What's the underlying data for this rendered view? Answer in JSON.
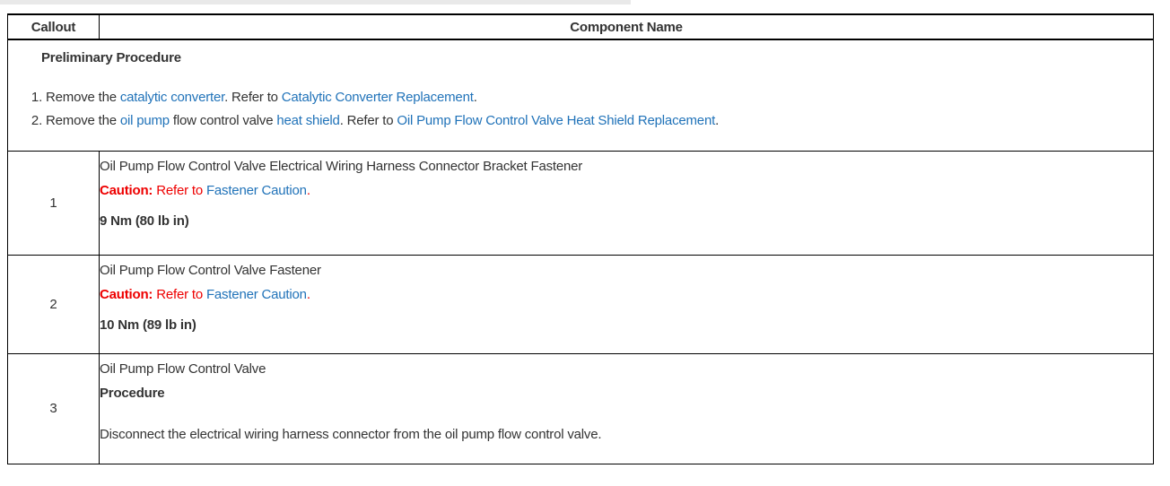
{
  "colors": {
    "link_blue": "#2173b9",
    "caution_red": "#ee0000",
    "text": "#333333",
    "border": "#000000",
    "top_strip_gray": "#e9e9e9"
  },
  "table": {
    "headers": {
      "callout": "Callout",
      "component_name": "Component Name"
    },
    "preliminary": {
      "title": "Preliminary Procedure",
      "steps": [
        {
          "segments": [
            {
              "text": "Remove the ",
              "style": "plain"
            },
            {
              "text": "catalytic converter",
              "style": "link"
            },
            {
              "text": ". Refer to ",
              "style": "plain"
            },
            {
              "text": "Catalytic Converter Replacement",
              "style": "link"
            },
            {
              "text": ".",
              "style": "plain"
            }
          ]
        },
        {
          "segments": [
            {
              "text": "Remove the ",
              "style": "plain"
            },
            {
              "text": "oil pump",
              "style": "link"
            },
            {
              "text": " flow control valve ",
              "style": "plain"
            },
            {
              "text": "heat shield",
              "style": "link"
            },
            {
              "text": ". Refer to ",
              "style": "plain"
            },
            {
              "text": "Oil Pump Flow Control Valve Heat Shield Replacement",
              "style": "link"
            },
            {
              "text": ".",
              "style": "plain"
            }
          ]
        }
      ]
    },
    "rows": [
      {
        "callout": "1",
        "name": "Oil Pump Flow Control Valve Electrical Wiring Harness Connector Bracket Fastener",
        "caution": {
          "label": "Caution:",
          "refer": " Refer to ",
          "link": "Fastener Caution",
          "period": "."
        },
        "torque": "9 Nm (80 lb in)"
      },
      {
        "callout": "2",
        "name": "Oil Pump Flow Control Valve Fastener",
        "caution": {
          "label": "Caution:",
          "refer": " Refer to ",
          "link": "Fastener Caution",
          "period": "."
        },
        "torque": "10 Nm (89 lb in)"
      },
      {
        "callout": "3",
        "name": "Oil Pump Flow Control Valve",
        "subtitle": "Procedure",
        "body": "Disconnect the electrical wiring harness connector from the oil pump flow control valve."
      }
    ]
  }
}
